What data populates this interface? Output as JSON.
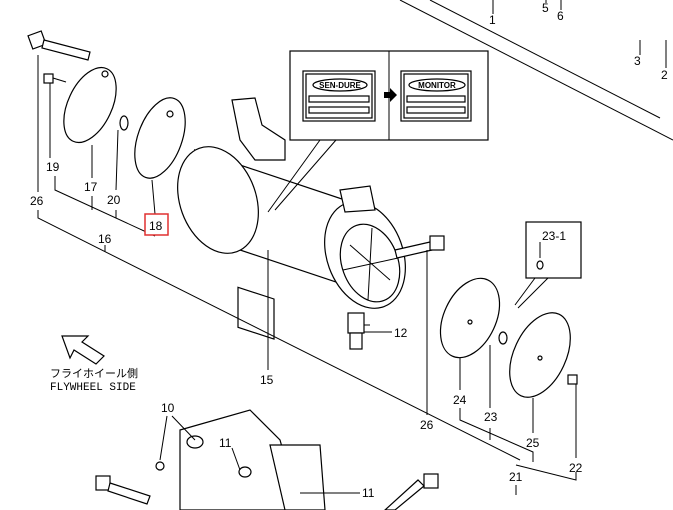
{
  "callout": {
    "left_label": "SEN-DURE",
    "right_label": "MONITOR"
  },
  "direction": {
    "jp": "フライホイール側",
    "en": "FLYWHEEL SIDE"
  },
  "parts": {
    "p1": "1",
    "p5": "5",
    "p6": "6",
    "p3": "3",
    "p2": "2",
    "p19": "19",
    "p17": "17",
    "p20": "20",
    "p18": "18",
    "p26a": "26",
    "p16": "16",
    "p12": "12",
    "p15": "15",
    "p23_1": "23-1",
    "p24": "24",
    "p23": "23",
    "p25": "25",
    "p26b": "26",
    "p22": "22",
    "p21": "21",
    "p10": "10",
    "p11a": "11",
    "p11b": "11"
  },
  "highlight_color": "#e03030"
}
